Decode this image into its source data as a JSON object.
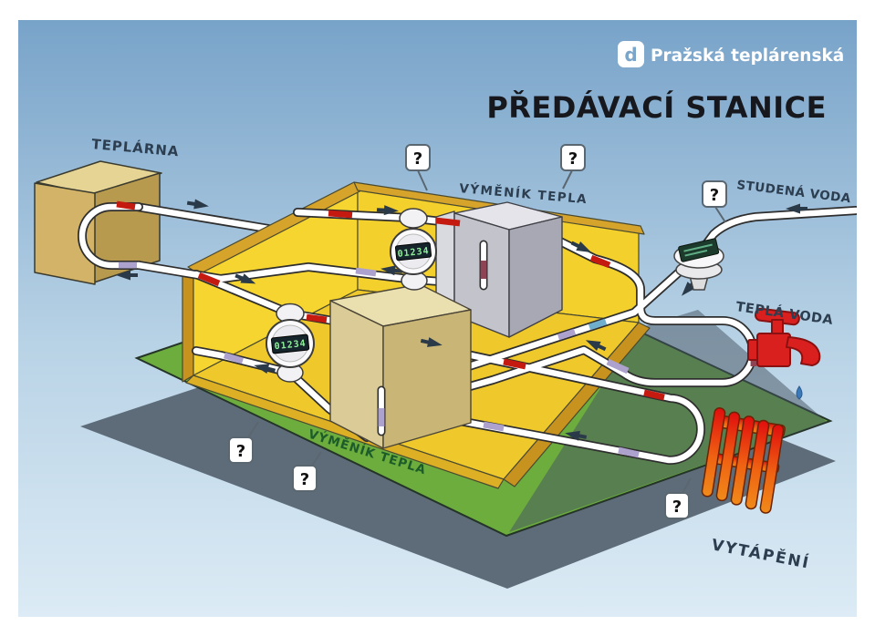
{
  "logo": {
    "brand": "Pražská teplárenská",
    "icon_glyph": "d"
  },
  "title": "PŘEDÁVACÍ STANICE",
  "labels": {
    "plant": "TEPLÁRNA",
    "heat_exchanger_top": "VÝMĚNÍK TEPLA",
    "heat_exchanger_bottom": "VÝMĚNÍK TEPLA",
    "cold_water": "STUDENÁ VODA",
    "hot_water": "TEPLÁ VODA",
    "heating": "VYTÁPĚNÍ"
  },
  "meters": {
    "upper_reading": "01234",
    "lower_reading": "01234"
  },
  "hotspot": {
    "glyph": "?"
  },
  "colors": {
    "sky_top": "#78a3c9",
    "sky_bottom": "#dcebf5",
    "platform_green": "#6cad3e",
    "station_yellow": "#f6d530",
    "roof_gold": "#d6a32b",
    "pipe_hot_red": "#c41a10",
    "pipe_return_purple": "#ada1ce",
    "pipe_cold_blue": "#6faecc",
    "faucet_red": "#da1f1f",
    "radiator_top": "#e00e0e",
    "radiator_bottom": "#f08a1a",
    "shadow_gray": "#5e6c79",
    "label_navy": "#2c3e50",
    "label_green": "#1d5c2a",
    "title_black": "#16181d"
  }
}
